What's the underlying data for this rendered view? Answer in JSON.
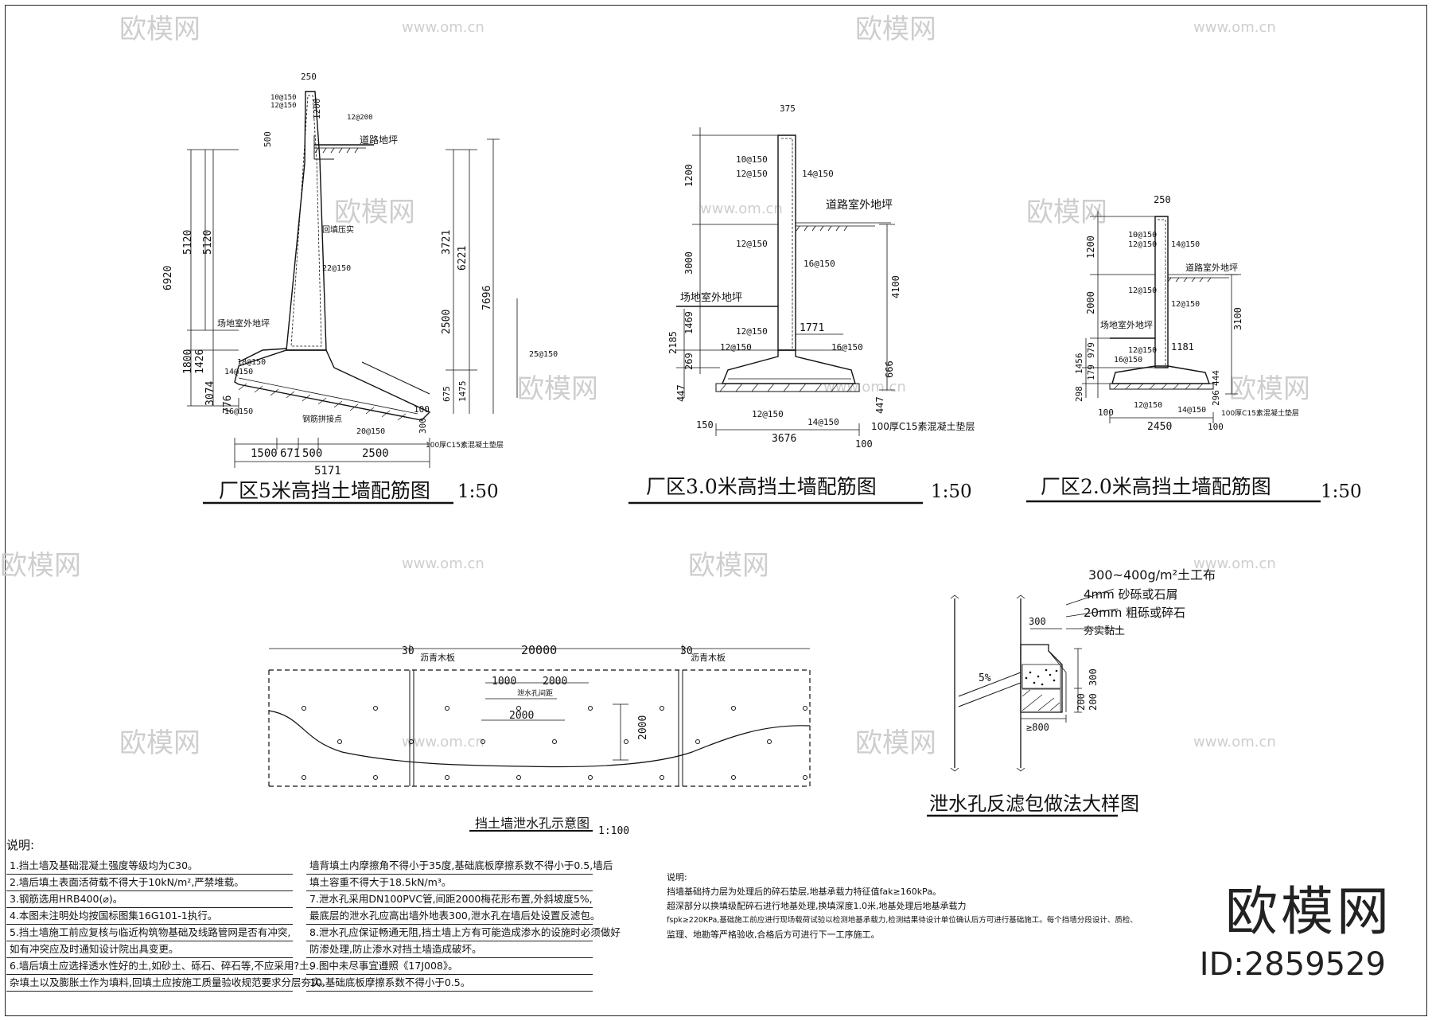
{
  "drawing1": {
    "title": "厂区5米高挡土墙配筋图",
    "scale": "1:50",
    "dims": [
      "250",
      "1200",
      "500",
      "6920",
      "5120",
      "5120",
      "3721",
      "6221",
      "7696",
      "2500",
      "1800",
      "1426",
      "776",
      "3074",
      "1500",
      "671",
      "500",
      "2500",
      "5171",
      "675",
      "1475",
      "300",
      "100"
    ],
    "labels": [
      "道路地坪",
      "场地室外地坪",
      "钢筋拼接点",
      "22@150",
      "25@150",
      "14@150",
      "16@150",
      "18@150",
      "20@150",
      "10@150",
      "12@150",
      "12@200",
      "100厚C15素混凝土垫层",
      "回填压实"
    ]
  },
  "drawing2": {
    "title": "厂区3.0米高挡土墙配筋图",
    "scale": "1:50",
    "dims": [
      "375",
      "1200",
      "3000",
      "4100",
      "1469",
      "2185",
      "269",
      "447",
      "1771",
      "666",
      "447",
      "150",
      "3676",
      "100"
    ],
    "labels": [
      "10@150",
      "12@150",
      "14@150",
      "道路室外地坪",
      "12@150",
      "16@150",
      "场地室外地坪",
      "12@150",
      "12@150",
      "16@150",
      "12@150",
      "14@150",
      "100厚C15素混凝土垫层"
    ]
  },
  "drawing3": {
    "title": "厂区2.0米高挡土墙配筋图",
    "scale": "1:50",
    "dims": [
      "250",
      "1200",
      "2000",
      "3100",
      "1456",
      "179",
      "979",
      "298",
      "1181",
      "100",
      "2450",
      "444",
      "296",
      "100"
    ],
    "labels": [
      "10@150",
      "12@150",
      "14@150",
      "道路室外地坪",
      "12@150",
      "12@150",
      "场地室外地坪",
      "12@150",
      "16@150",
      "12@150",
      "14@150",
      "100厚C15素混凝土垫层"
    ]
  },
  "drawing4": {
    "title": "挡土墙泄水孔示意图",
    "scale": "1:100",
    "dims": [
      "30",
      "20000",
      "30",
      "1000",
      "2000",
      "2000",
      "2000"
    ],
    "labels": [
      "沥青木板",
      "沥青木板",
      "泄水孔间距"
    ]
  },
  "drawing5": {
    "title": "泄水孔反滤包做法大样图",
    "dims": [
      "300",
      "300",
      "200",
      "200",
      "≥800",
      "5%"
    ],
    "labels": [
      "300~400g/m²土工布",
      "4mm 砂砾或石屑",
      "20mm 粗砾或碎石",
      "夯实黏土"
    ]
  },
  "notes_heading": "说明:",
  "notes_left": [
    "1.挡土墙及基础混凝土强度等级均为C30。",
    "2.墙后填土表面活荷载不得大于10kN/m²,严禁堆载。",
    "3.钢筋选用HRB400(⌀)。",
    "4.本图未注明处均按国标图集16G101-1执行。",
    "5.挡土墙施工前应复核与临近构筑物基础及线路管网是否有冲突,",
    "  如有冲突应及时通知设计院出具变更。",
    "6.墙后填土应选择透水性好的土,如砂土、砾石、碎石等,不应采用?土、",
    "杂填土以及膨胀土作为填料,回填土应按施工质量验收规范要求分层夯实。"
  ],
  "notes_mid": [
    "墙背填土内摩擦角不得小于35度,基础底板摩擦系数不得小于0.5,墙后",
    "填土容重不得大于18.5kN/m³。",
    "7.泄水孔采用DN100PVC管,间距2000梅花形布置,外斜坡度5%,",
    "最底层的泄水孔应高出墙外地表300,泄水孔在墙后处设置反滤包。",
    "8.泄水孔应保证畅通无阻,挡土墙上方有可能造成渗水的设施时必须做好",
    "防渗处理,防止渗水对挡土墙造成破坏。",
    "9.图中未尽事宜遵照《17J008》。",
    "10.基础底板摩擦系数不得小于0.5。"
  ],
  "notes_right_heading": "说明:",
  "notes_right": [
    "挡墙基础持力层为处理后的碎石垫层,地基承载力特征值fak≥160kPa。",
    "超深部分以换填级配碎石进行地基处理,换填深度1.0米,地基处理后地基承载力",
    "fspk≥220KPa,基础施工前应进行现场载荷试验以检测地基承载力,检测结果待设计单位确认后方可进行基础施工。每个挡墙分段设计、质检、",
    "监理、地勘等严格验收,合格后方可进行下一工序施工。"
  ],
  "watermark": {
    "brand": "欧模网",
    "site": "www.om.cn"
  },
  "brand_mark": {
    "name": "欧模网",
    "id": "ID:2859529"
  }
}
